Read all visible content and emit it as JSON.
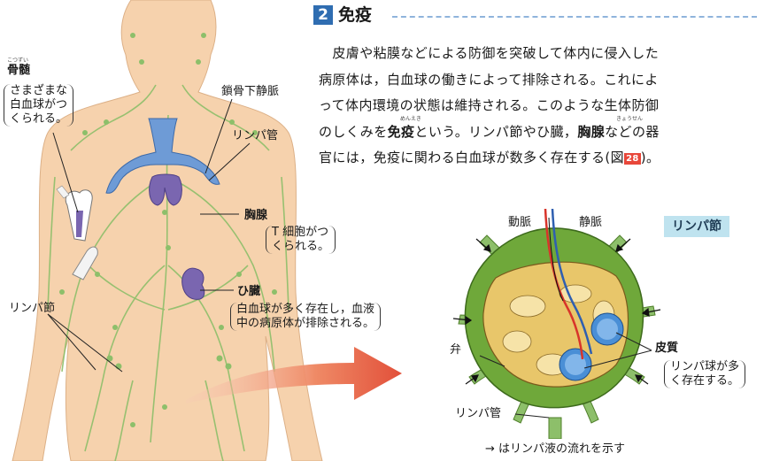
{
  "section": {
    "number": "2",
    "title": "免疫",
    "ruby_meneki": "めんえき",
    "ruby_kyousen": "きょうせん",
    "lines": [
      {
        "text": "　皮膚や粘膜などによる防御を突破して体内に侵入した"
      },
      {
        "text": "病原体は，白血球の働きによって排除される。これによ"
      },
      {
        "text": "って体内環境の状態は維持される。このような生体防御"
      },
      {
        "pre": "のしくみを",
        "em": "免疫",
        "post": "という。リンパ節やひ臓，",
        "em2": "胸腺",
        "post2": "などの器"
      },
      {
        "pre": "官には，免疫に関わる白血球が数多く存在する(図",
        "ref": "28",
        "post": ")。"
      }
    ]
  },
  "body_diagram": {
    "bone_marrow": {
      "title": "骨髄",
      "ruby": "こつずい",
      "note": [
        "さまざまな",
        "白血球がつ",
        "くられる。"
      ]
    },
    "subclavian_vein": "鎖骨下静脈",
    "lymph_vessel": "リンパ管",
    "thymus": {
      "title": "胸腺",
      "note": [
        "T 細胞がつ",
        "くられる。"
      ]
    },
    "spleen": {
      "title": "ひ臓",
      "note": [
        "白血球が多く存在し，血液",
        "中の病原体が排除される。"
      ]
    },
    "lymph_node": "リンパ節"
  },
  "node_diagram": {
    "tag": "リンパ節",
    "artery": "動脈",
    "vein": "静脈",
    "valve": "弁",
    "cortex": {
      "title": "皮質",
      "note": [
        "リンパ球が多",
        "く存在する。"
      ]
    },
    "lymph_vessel": "リンパ管",
    "caption": "→ はリンパ液の流れを示す"
  },
  "colors": {
    "skin": "#f6d2ad",
    "lymph": "#8dbf6a",
    "vein_blue": "#6e9bd6",
    "organ_purple": "#7a66b0",
    "node_green": "#6fa83a",
    "cortex_blue": "#4a8fd6",
    "arrow_red": "#e2503a",
    "heading_blue": "#2f6db1"
  }
}
